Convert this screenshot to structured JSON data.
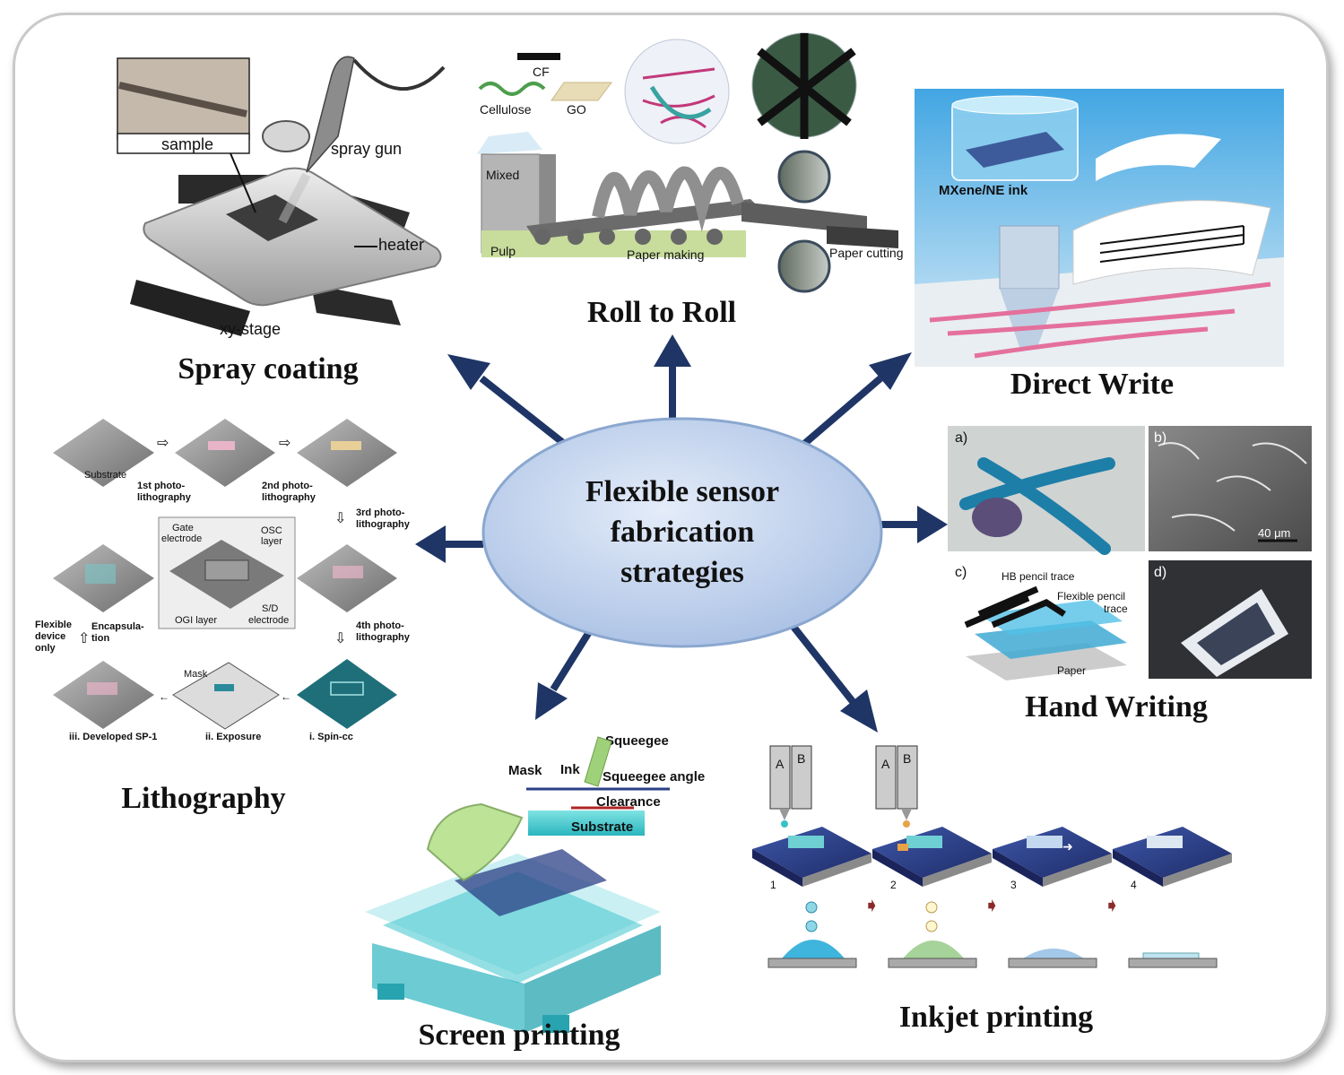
{
  "colors": {
    "arrow": "#1f3566",
    "ellipse_fill": "#c7d6ee",
    "ellipse_stroke": "#8aa7cf",
    "blue_board": "#2b3f86",
    "cyan": "#38c2c6",
    "green": "#9fd07a"
  },
  "center": {
    "line1": "Flexible sensor",
    "line2": "fabrication",
    "line3": "strategies"
  },
  "methods": {
    "spray": {
      "title": "Spray coating",
      "labels": {
        "sample": "sample",
        "spray_gun": "spray gun",
        "heater": "heater",
        "xy_stage": "xy-stage"
      }
    },
    "roll": {
      "title": "Roll to Roll",
      "labels": {
        "cellulose": "Cellulose",
        "cf": "CF",
        "go": "GO",
        "mixed": "Mixed",
        "pulp": "Pulp",
        "paper_making": "Paper making",
        "paper_cutting": "Paper cutting"
      }
    },
    "direct": {
      "title": "Direct Write",
      "labels": {
        "ink": "MXene/NE ink"
      }
    },
    "hand": {
      "title": "Hand Writing",
      "labels": {
        "a": "a)",
        "b": "b)",
        "c": "c)",
        "d": "d)",
        "scale": "40 μm",
        "hb_trace": "HB pencil trace",
        "flex_trace_1": "Flexible pencil",
        "flex_trace_2": "trace",
        "paper": "Paper"
      }
    },
    "litho": {
      "title": "Lithography",
      "labels": {
        "substrate": "Substrate",
        "s1a": "1st photo-",
        "s1b": "lithography",
        "s2a": "2nd photo-",
        "s2b": "lithography",
        "s3a": "3rd photo-",
        "s3b": "lithography",
        "s4a": "4th photo-",
        "s4b": "lithography",
        "gate1": "Gate",
        "gate2": "electrode",
        "osc1": "OSC",
        "osc2": "layer",
        "ogi": "OGI layer",
        "sd1": "S/D",
        "sd2": "electrode",
        "flex1": "Flexible",
        "flex2": "device",
        "flex3": "only",
        "enc1": "Encapsula-",
        "enc2": "tion",
        "mask": "Mask",
        "dev": "iii. Developed SP-1",
        "exp": "ii. Exposure",
        "spin": "i. Spin-cc"
      }
    },
    "screen": {
      "title": "Screen printing",
      "labels": {
        "squeegee": "Squeegee",
        "mask": "Mask",
        "ink": "Ink",
        "angle": "Squeegee angle",
        "clearance": "Clearance",
        "substrate": "Substrate"
      }
    },
    "inkjet": {
      "title": "Inkjet printing",
      "labels": {
        "a": "A",
        "b": "B",
        "n1": "1",
        "n2": "2",
        "n3": "3",
        "n4": "4"
      }
    }
  }
}
